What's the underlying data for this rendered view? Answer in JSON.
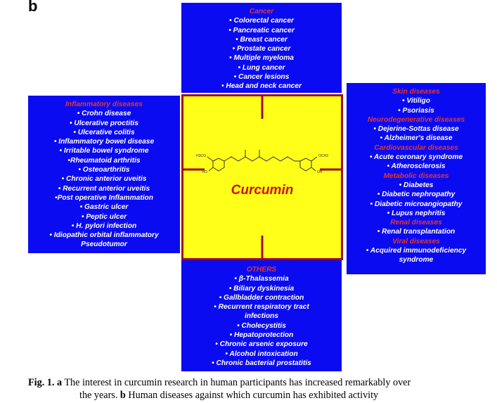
{
  "panel_label": "b",
  "center": {
    "title": "Curcumin",
    "substituent_left": "H3CO",
    "substituent_right": "OCH3",
    "hydroxyl": "HO",
    "hydroxyl_right": "OH"
  },
  "top": {
    "heading": "Cancer",
    "items": [
      "• Colorectal cancer",
      "• Pancreatic cancer",
      "• Breast cancer",
      "• Prostate cancer",
      "• Multiple myeloma",
      "• Lung cancer",
      "• Cancer lesions",
      "• Head and neck cancer"
    ]
  },
  "left": {
    "heading": "Inflammatory diseases",
    "items": [
      "• Crohn disease",
      "• Ulcerative proctitis",
      "• Ulcerative colitis",
      "• Inflammatory bowel disease",
      "• Irritable bowel syndrome",
      "•Rheumatoid arthritis",
      "• Osteoarthritis",
      "• Chronic anterior uveitis",
      "• Recurrent anterior uveitis",
      "•Post operative Inflammation",
      "• Gastric ulcer",
      "• Peptic ulcer",
      "• H. pylori infection",
      "• Idiopathic orbital inflammatory",
      "Pseudotumor"
    ]
  },
  "right": {
    "groups": [
      {
        "heading": "Skin diseases",
        "items": [
          "• Vitiligo",
          "• Psoriasis"
        ]
      },
      {
        "heading": "Neurodegenerative diseases",
        "items": [
          "• Dejerine-Sottas disease",
          "• Alzheimer's disease"
        ]
      },
      {
        "heading": "Cardiovascular diseases",
        "items": [
          "• Acute coronary syndrome",
          "• Atherosclerosis"
        ]
      },
      {
        "heading": "Metabolic diseases",
        "items": [
          "• Diabetes",
          "• Diabetic nephropathy",
          "• Diabetic microangiopathy",
          "• Lupus nephritis"
        ]
      },
      {
        "heading": "Renal diseases",
        "items": [
          "• Renal transplantation"
        ]
      },
      {
        "heading": "Viral diseases",
        "items": [
          "• Acquired immunodeficiency",
          "syndrome"
        ]
      }
    ]
  },
  "bottom": {
    "heading": "OTHERS",
    "items": [
      "• β-Thalassemia",
      "• Biliary dyskinesia",
      "• Gallbladder contraction",
      "• Recurrent respiratory tract",
      "infections",
      "• Cholecystitis",
      "• Hepatoprotection",
      "• Chronic arsenic exposure",
      "• Alcohol intoxication",
      "• Chronic bacterial prostatitis"
    ]
  },
  "caption": {
    "fig": "Fig. 1.",
    "a_label": "a",
    "a_text": "The interest in curcumin research in human participants has increased remarkably over",
    "line2_start": "the years.",
    "b_label": "b",
    "b_text": "Human diseases against which curcumin has exhibited activity"
  },
  "colors": {
    "box_fill": "#0b0bf2",
    "heading": "#e0392b",
    "center_fill": "#ffff1a",
    "border": "#a00a1a",
    "title": "#cc1111"
  }
}
